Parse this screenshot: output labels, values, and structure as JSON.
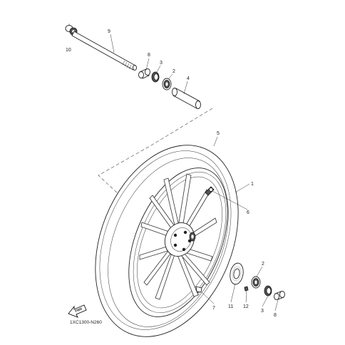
{
  "diagram": {
    "code": "1XC1300-N260",
    "fwd_label": "FWD",
    "callouts": [
      "1",
      "2",
      "2",
      "3",
      "3",
      "4",
      "5",
      "6",
      "7",
      "8",
      "8",
      "9",
      "10",
      "11",
      "12"
    ]
  }
}
